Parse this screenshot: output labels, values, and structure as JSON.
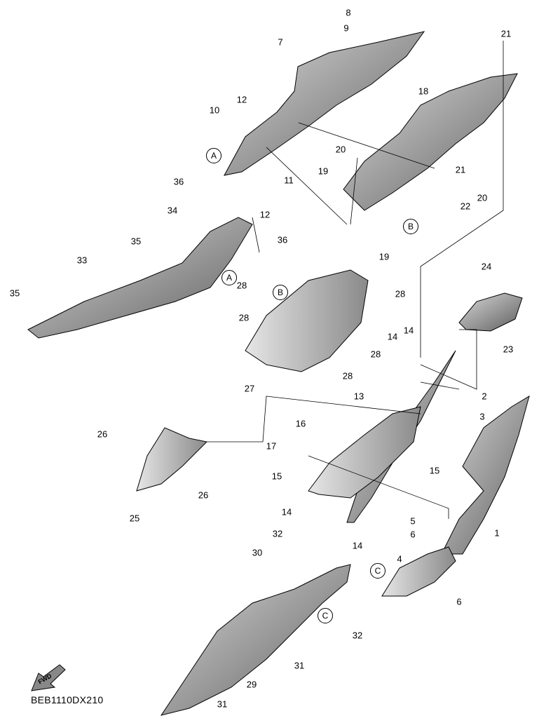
{
  "diagram": {
    "code": "BEB1110DX210",
    "fwd_label": "FWD",
    "callouts": [
      "8",
      "9",
      "7",
      "21",
      "18",
      "12",
      "10",
      "11",
      "20",
      "19",
      "21",
      "22",
      "20",
      "36",
      "12",
      "34",
      "19",
      "35",
      "33",
      "36",
      "28",
      "28",
      "24",
      "35",
      "28",
      "14",
      "14",
      "23",
      "28",
      "28",
      "27",
      "2",
      "13",
      "3",
      "16",
      "26",
      "17",
      "15",
      "15",
      "25",
      "26",
      "14",
      "1",
      "5",
      "6",
      "32",
      "30",
      "4",
      "14",
      "6",
      "32",
      "31",
      "29",
      "31"
    ],
    "reference_marks": [
      "A",
      "A",
      "B",
      "B",
      "C",
      "C"
    ]
  },
  "colors": {
    "part_fill": "#a3a3a3",
    "part_dark": "#6e6e6e",
    "line": "#000000"
  }
}
